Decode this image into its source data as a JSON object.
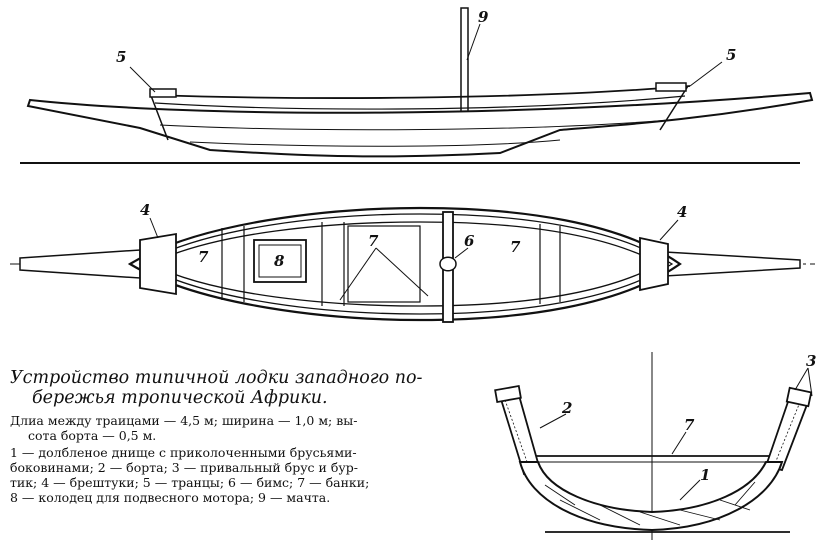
{
  "callouts": {
    "n1": "1",
    "n2": "2",
    "n3": "3",
    "n4": "4",
    "n5": "5",
    "n6": "6",
    "n7": "7",
    "n8": "8",
    "n9": "9"
  },
  "caption": {
    "title_line1": "Устройство типичной лодки западного по-",
    "title_line2": "бережья тропической Африки.",
    "dims_line1": "Длиа между траицами — 4,5 м; ширина — 1,0 м; вы-",
    "dims_line2": "сота борта — 0,5 м.",
    "legend_line1": "1 — долбленое днище с приколоченными брусьями-",
    "legend_line2": "боковинами; 2 — борта; 3 — привальный брус и бур-",
    "legend_line3": "тик; 4 — брештуки; 5 — транцы; 6 — бимс; 7 — банки;",
    "legend_line4": "8 — колодец для подвесного мотора; 9 — мачта."
  }
}
